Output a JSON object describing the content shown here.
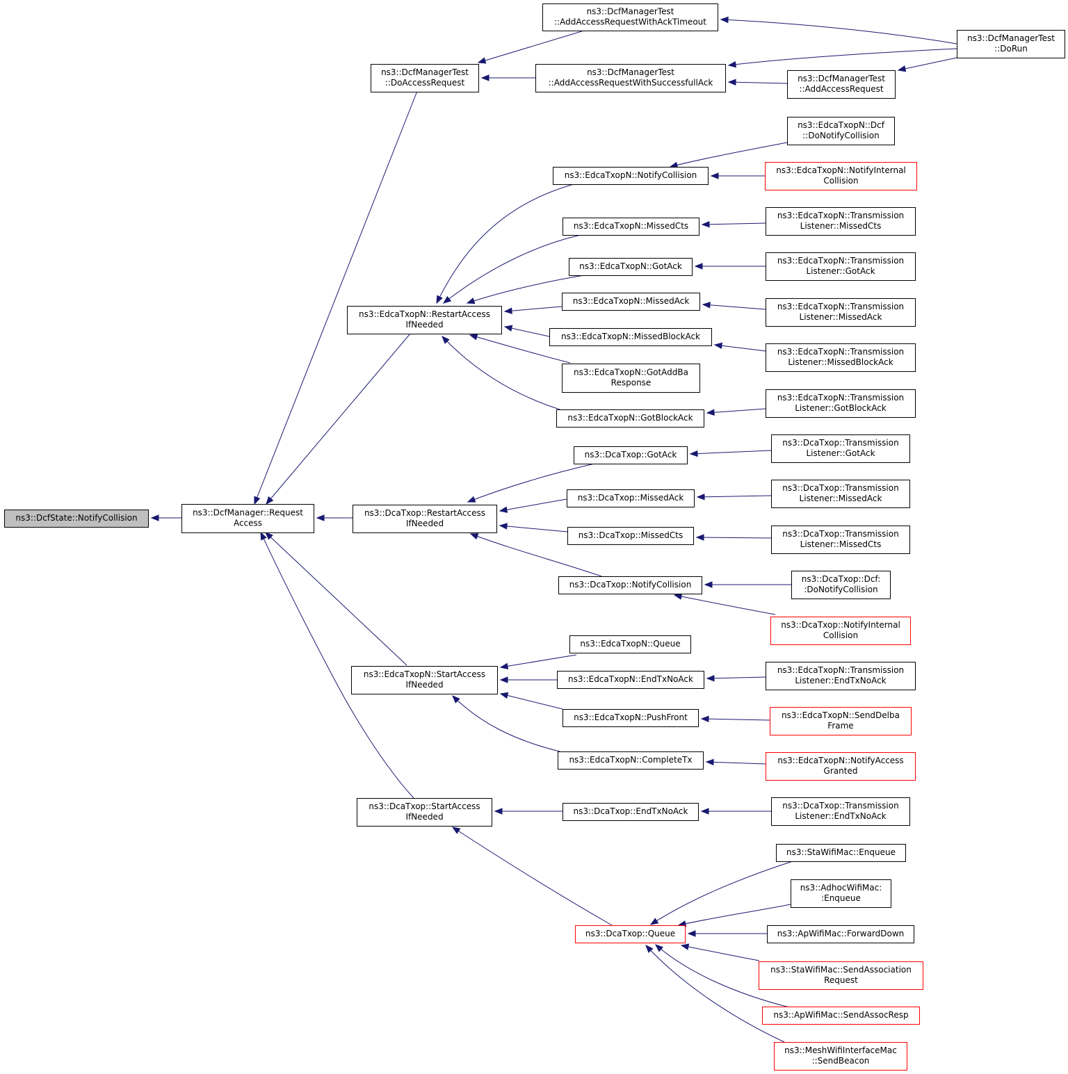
{
  "colors": {
    "edge": "#191970",
    "border": "#000000",
    "highlight_border": "#ff0000",
    "root_fill": "#bfbfbf"
  },
  "nodes": [
    {
      "id": "root",
      "lines": [
        "ns3::DcfState::NotifyCollision"
      ]
    },
    {
      "id": "rq",
      "lines": [
        "ns3::DcfManager::Request",
        "Access"
      ]
    },
    {
      "id": "dar",
      "lines": [
        "ns3::DcfManagerTest",
        "::DoAccessRequest"
      ]
    },
    {
      "id": "awat",
      "lines": [
        "ns3::DcfManagerTest",
        "::AddAccessRequestWithAckTimeout"
      ]
    },
    {
      "id": "awsa",
      "lines": [
        "ns3::DcfManagerTest",
        "::AddAccessRequestWithSuccessfullAck"
      ]
    },
    {
      "id": "aar",
      "lines": [
        "ns3::DcfManagerTest",
        "::AddAccessRequest"
      ]
    },
    {
      "id": "dorun",
      "lines": [
        "ns3::DcfManagerTest",
        "::DoRun"
      ]
    },
    {
      "id": "ern",
      "lines": [
        "ns3::EdcaTxopN::RestartAccess",
        "IfNeeded"
      ]
    },
    {
      "id": "enc",
      "lines": [
        "ns3::EdcaTxopN::NotifyCollision"
      ]
    },
    {
      "id": "edcf",
      "lines": [
        "ns3::EdcaTxopN::Dcf",
        "::DoNotifyCollision"
      ]
    },
    {
      "id": "enic",
      "lines": [
        "ns3::EdcaTxopN::NotifyInternal",
        "Collision"
      ]
    },
    {
      "id": "emc",
      "lines": [
        "ns3::EdcaTxopN::MissedCts"
      ]
    },
    {
      "id": "etmc",
      "lines": [
        "ns3::EdcaTxopN::Transmission",
        "Listener::MissedCts"
      ]
    },
    {
      "id": "ega",
      "lines": [
        "ns3::EdcaTxopN::GotAck"
      ]
    },
    {
      "id": "etga",
      "lines": [
        "ns3::EdcaTxopN::Transmission",
        "Listener::GotAck"
      ]
    },
    {
      "id": "ema",
      "lines": [
        "ns3::EdcaTxopN::MissedAck"
      ]
    },
    {
      "id": "etma",
      "lines": [
        "ns3::EdcaTxopN::Transmission",
        "Listener::MissedAck"
      ]
    },
    {
      "id": "emba",
      "lines": [
        "ns3::EdcaTxopN::MissedBlockAck"
      ]
    },
    {
      "id": "etmba",
      "lines": [
        "ns3::EdcaTxopN::Transmission",
        "Listener::MissedBlockAck"
      ]
    },
    {
      "id": "egab",
      "lines": [
        "ns3::EdcaTxopN::GotAddBa",
        "Response"
      ]
    },
    {
      "id": "egba",
      "lines": [
        "ns3::EdcaTxopN::GotBlockAck"
      ]
    },
    {
      "id": "etgba",
      "lines": [
        "ns3::EdcaTxopN::Transmission",
        "Listener::GotBlockAck"
      ]
    },
    {
      "id": "drn",
      "lines": [
        "ns3::DcaTxop::RestartAccess",
        "IfNeeded"
      ]
    },
    {
      "id": "dga",
      "lines": [
        "ns3::DcaTxop::GotAck"
      ]
    },
    {
      "id": "dtga",
      "lines": [
        "ns3::DcaTxop::Transmission",
        "Listener::GotAck"
      ]
    },
    {
      "id": "dma",
      "lines": [
        "ns3::DcaTxop::MissedAck"
      ]
    },
    {
      "id": "dtma",
      "lines": [
        "ns3::DcaTxop::Transmission",
        "Listener::MissedAck"
      ]
    },
    {
      "id": "dmc",
      "lines": [
        "ns3::DcaTxop::MissedCts"
      ]
    },
    {
      "id": "dtmc",
      "lines": [
        "ns3::DcaTxop::Transmission",
        "Listener::MissedCts"
      ]
    },
    {
      "id": "dnc",
      "lines": [
        "ns3::DcaTxop::NotifyCollision"
      ]
    },
    {
      "id": "ddcf",
      "lines": [
        "ns3::DcaTxop::Dcf:",
        ":DoNotifyCollision"
      ]
    },
    {
      "id": "dnic",
      "lines": [
        "ns3::DcaTxop::NotifyInternal",
        "Collision"
      ]
    },
    {
      "id": "esan",
      "lines": [
        "ns3::EdcaTxopN::StartAccess",
        "IfNeeded"
      ]
    },
    {
      "id": "eq",
      "lines": [
        "ns3::EdcaTxopN::Queue"
      ]
    },
    {
      "id": "etxn",
      "lines": [
        "ns3::EdcaTxopN::EndTxNoAck"
      ]
    },
    {
      "id": "ettxn",
      "lines": [
        "ns3::EdcaTxopN::Transmission",
        "Listener::EndTxNoAck"
      ]
    },
    {
      "id": "epf",
      "lines": [
        "ns3::EdcaTxopN::PushFront"
      ]
    },
    {
      "id": "esdf",
      "lines": [
        "ns3::EdcaTxopN::SendDelba",
        "Frame"
      ]
    },
    {
      "id": "ect",
      "lines": [
        "ns3::EdcaTxopN::CompleteTx"
      ]
    },
    {
      "id": "enag",
      "lines": [
        "ns3::EdcaTxopN::NotifyAccess",
        "Granted"
      ]
    },
    {
      "id": "dsan",
      "lines": [
        "ns3::DcaTxop::StartAccess",
        "IfNeeded"
      ]
    },
    {
      "id": "detxn",
      "lines": [
        "ns3::DcaTxop::EndTxNoAck"
      ]
    },
    {
      "id": "dttxn",
      "lines": [
        "ns3::DcaTxop::Transmission",
        "Listener::EndTxNoAck"
      ]
    },
    {
      "id": "dq",
      "lines": [
        "ns3::DcaTxop::Queue"
      ]
    },
    {
      "id": "swe",
      "lines": [
        "ns3::StaWifiMac::Enqueue"
      ]
    },
    {
      "id": "awe",
      "lines": [
        "ns3::AdhocWifiMac:",
        ":Enqueue"
      ]
    },
    {
      "id": "afd",
      "lines": [
        "ns3::ApWifiMac::ForwardDown"
      ]
    },
    {
      "id": "ssar",
      "lines": [
        "ns3::StaWifiMac::SendAssociation",
        "Request"
      ]
    },
    {
      "id": "sar",
      "lines": [
        "ns3::ApWifiMac::SendAssocResp"
      ]
    },
    {
      "id": "msb",
      "lines": [
        "ns3::MeshWifiInterfaceMac",
        "::SendBeacon"
      ]
    }
  ]
}
